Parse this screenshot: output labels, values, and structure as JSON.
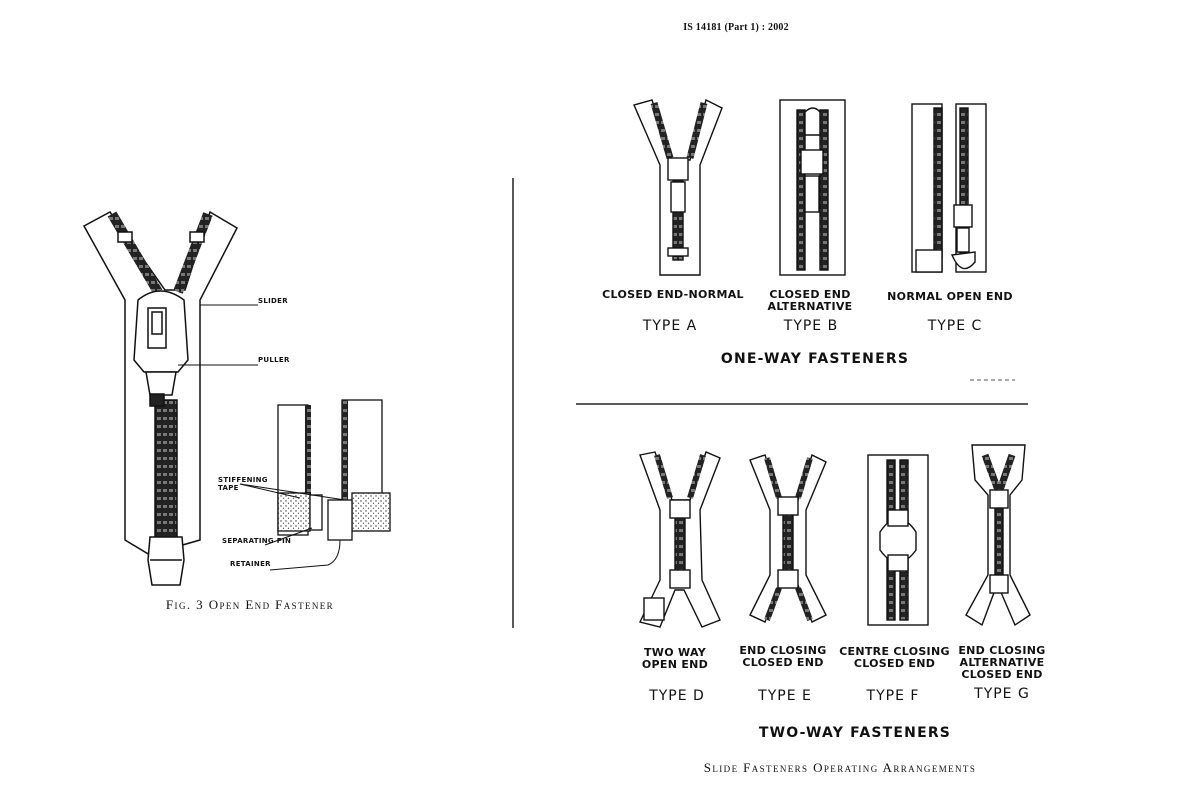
{
  "header": "IS 14181 (Part 1) : 2002",
  "fig3": {
    "caption": "Fig. 3 Open End Fastener",
    "parts": {
      "slider": "SLIDER",
      "puller": "PULLER",
      "stiffening_tape_line1": "STIFFENING",
      "stiffening_tape_line2": "TAPE",
      "separating_pin": "SEPARATING PIN",
      "retainer": "RETAINER"
    }
  },
  "one_way": {
    "title": "ONE-WAY FASTENERS",
    "types": [
      {
        "label_line1": "CLOSED END-NORMAL",
        "label_line2": "",
        "type": "TYPE A"
      },
      {
        "label_line1": "CLOSED END",
        "label_line2": "ALTERNATIVE",
        "type": "TYPE B"
      },
      {
        "label_line1": "NORMAL OPEN END",
        "label_line2": "",
        "type": "TYPE C"
      }
    ]
  },
  "two_way": {
    "title": "TWO-WAY FASTENERS",
    "types": [
      {
        "label_line1": "TWO WAY",
        "label_line2": "OPEN END",
        "label_line3": "",
        "type": "TYPE D"
      },
      {
        "label_line1": "END CLOSING",
        "label_line2": "CLOSED END",
        "label_line3": "",
        "type": "TYPE E"
      },
      {
        "label_line1": "CENTRE CLOSING",
        "label_line2": "CLOSED END",
        "label_line3": "",
        "type": "TYPE F"
      },
      {
        "label_line1": "END CLOSING",
        "label_line2": "ALTERNATIVE",
        "label_line3": "CLOSED END",
        "type": "TYPE G"
      }
    ]
  },
  "caption": "Slide Fasteners Operating Arrangements"
}
